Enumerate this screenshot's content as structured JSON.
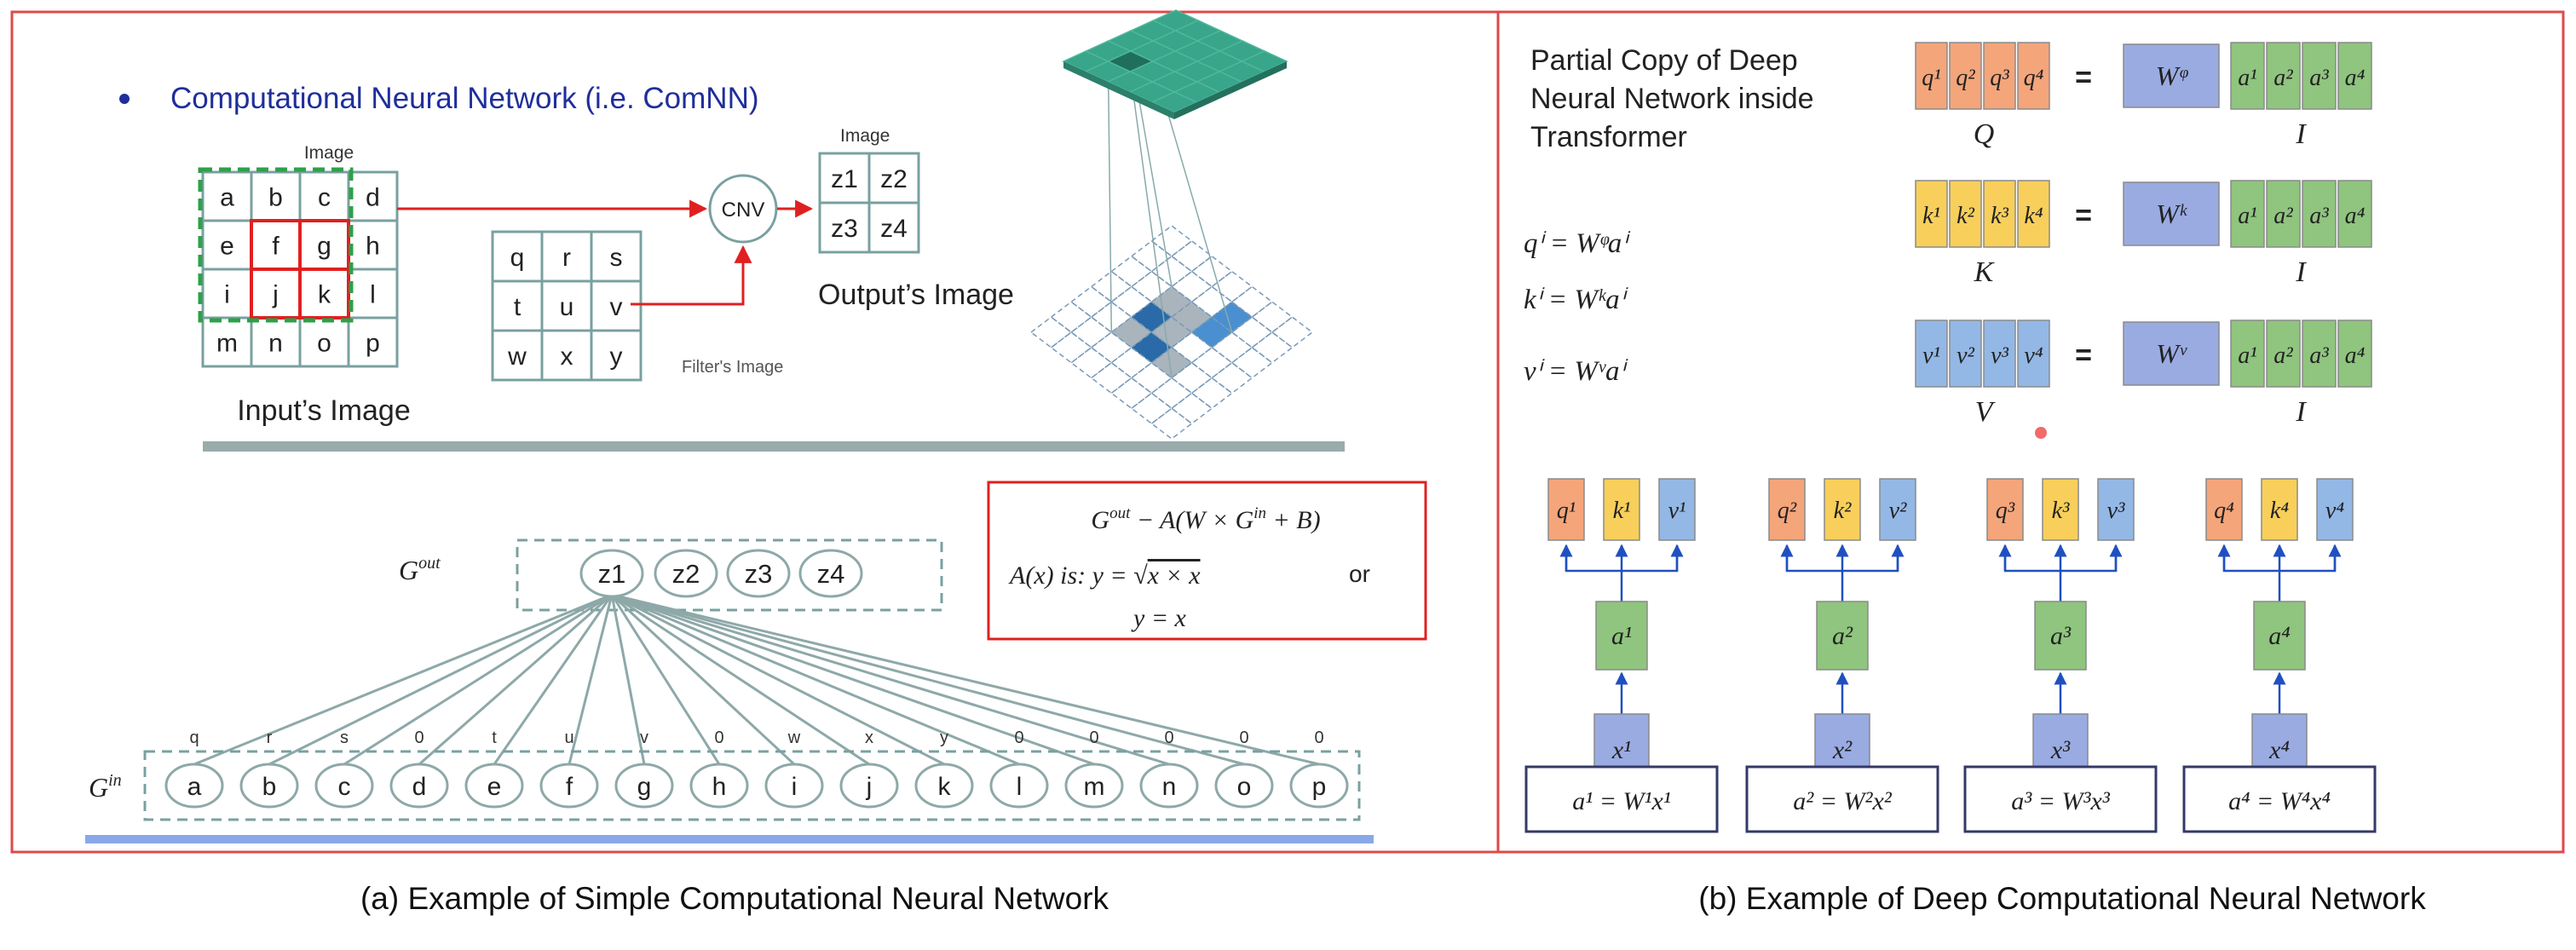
{
  "colors": {
    "panel_border": "#e04848",
    "bullet_text": "#1f2e9b",
    "grid_border": "#7aa0a0",
    "dash_green": "#2ea04a",
    "red_box": "#e02020",
    "node_stroke": "#8ea8a8",
    "separator": "#9aabab",
    "blue_bar": "#8aa8e8",
    "orange": "#f4a57a",
    "yellow": "#f8cf5a",
    "blue": "#93b8e6",
    "green": "#8fc57e",
    "w_box": "#9aabe2",
    "arrow_blue": "#2050c0",
    "teal": "#39a58a",
    "dark_navy": "#333a66"
  },
  "left": {
    "bullet": "Computational Neural Network (i.e. ComNN)",
    "image_label_top": "Image",
    "input_grid": [
      "a",
      "b",
      "c",
      "d",
      "e",
      "f",
      "g",
      "h",
      "i",
      "j",
      "k",
      "l",
      "m",
      "n",
      "o",
      "p"
    ],
    "input_caption": "Input’s Image",
    "filter_grid": [
      "q",
      "r",
      "s",
      "t",
      "u",
      "v",
      "w",
      "x",
      "y"
    ],
    "filter_caption": "Filter's Image",
    "cnv_label": "CNV",
    "output_label_top": "Image",
    "output_grid": [
      "z1",
      "z2",
      "z3",
      "z4"
    ],
    "output_caption": "Output’s Image",
    "gout_label": "G",
    "gout_sup": "out",
    "gin_label": "G",
    "gin_sup": "in",
    "out_nodes": [
      "z1",
      "z2",
      "z3",
      "z4"
    ],
    "in_nodes": [
      "a",
      "b",
      "c",
      "d",
      "e",
      "f",
      "g",
      "h",
      "i",
      "j",
      "k",
      "l",
      "m",
      "n",
      "o",
      "p"
    ],
    "weights": [
      "q",
      "r",
      "s",
      "0",
      "t",
      "u",
      "v",
      "0",
      "w",
      "x",
      "y",
      "0",
      "0",
      "0",
      "0",
      "0"
    ],
    "formula_line1": "G^out − A(W × G^in + B)",
    "formula_line2": "A(x) is: y = √(x × x)",
    "formula_or": "or",
    "formula_line3": "y = x",
    "caption": "(a) Example of Simple Computational Neural Network"
  },
  "right": {
    "title_lines": [
      "Partial Copy of Deep",
      "Neural Network inside",
      "Transformer"
    ],
    "eq_q": "qⁱ = Wᵠaⁱ",
    "eq_k": "kⁱ = Wᵏaⁱ",
    "eq_v": "vⁱ = Wᵛaⁱ",
    "rows": [
      {
        "cells": [
          "q¹",
          "q²",
          "q³",
          "q⁴"
        ],
        "letter": "Q",
        "w": "Wᵠ",
        "a": [
          "a¹",
          "a²",
          "a³",
          "a⁴"
        ],
        "i": "I"
      },
      {
        "cells": [
          "k¹",
          "k²",
          "k³",
          "k⁴"
        ],
        "letter": "K",
        "w": "Wᵏ",
        "a": [
          "a¹",
          "a²",
          "a³",
          "a⁴"
        ],
        "i": "I"
      },
      {
        "cells": [
          "v¹",
          "v²",
          "v³",
          "v⁴"
        ],
        "letter": "V",
        "w": "Wᵛ",
        "a": [
          "a¹",
          "a²",
          "a³",
          "a⁴"
        ],
        "i": "I"
      }
    ],
    "equals": "=",
    "columns": [
      {
        "q": "q¹",
        "k": "k¹",
        "v": "v¹",
        "a": "a¹",
        "x": "x¹",
        "eq": "a¹ = W¹x¹"
      },
      {
        "q": "q²",
        "k": "k²",
        "v": "v²",
        "a": "a²",
        "x": "x²",
        "eq": "a² = W²x²"
      },
      {
        "q": "q³",
        "k": "k³",
        "v": "v³",
        "a": "a³",
        "x": "x³",
        "eq": "a³ = W³x³"
      },
      {
        "q": "q⁴",
        "k": "k⁴",
        "v": "v⁴",
        "a": "a⁴",
        "x": "x⁴",
        "eq": "a⁴ = W⁴x⁴"
      }
    ],
    "caption": "(b) Example of Deep Computational Neural Network"
  }
}
